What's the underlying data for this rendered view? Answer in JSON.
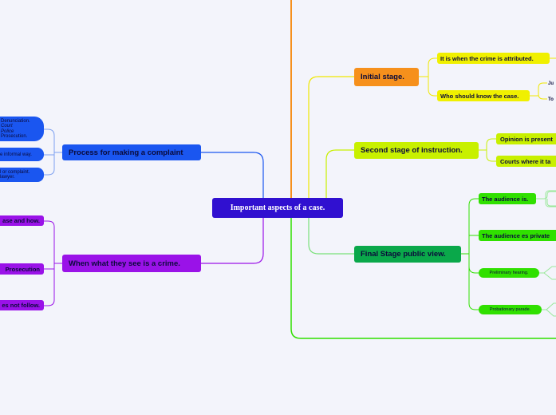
{
  "colors": {
    "background": "#f3f4fb",
    "central": "#3010d0",
    "blue": "#1a56f0",
    "purple": "#9a12e8",
    "orange": "#f6901c",
    "yellow": "#f0f000",
    "lime": "#c8f000",
    "green": "#0aa84a",
    "bright_green": "#30e000"
  },
  "central": {
    "label": "Important aspects of a case."
  },
  "left": {
    "complaint": {
      "label": "Process for making a complaint",
      "children": [
        {
          "lines": [
            "Denunciation.",
            "Court",
            "Police",
            "Prosecution."
          ]
        },
        {
          "lines": [
            "e informal way."
          ]
        },
        {
          "lines": [
            "l or complaint.",
            "lawyer."
          ]
        }
      ]
    },
    "crime": {
      "label": "When what they see is a crime.",
      "children": [
        {
          "label": "ase and how."
        },
        {
          "label": "Prosecution"
        },
        {
          "label": "es not follow."
        }
      ]
    }
  },
  "right": {
    "initial": {
      "label": "Initial stage.",
      "children": [
        {
          "label": "It is when the crime is attributed."
        },
        {
          "label": "Who should know the case.",
          "subs": [
            "Ju",
            "To"
          ]
        }
      ]
    },
    "second": {
      "label": "Second stage of instruction.",
      "children": [
        {
          "label": "Opinion is present"
        },
        {
          "label": "Courts where it ta"
        }
      ]
    },
    "final": {
      "label": "Final Stage public view.",
      "children": [
        {
          "label": "The audience is."
        },
        {
          "label": "The audience es private"
        },
        {
          "label": "Preliminary hearing."
        },
        {
          "label": "Probationary parade."
        }
      ]
    }
  }
}
